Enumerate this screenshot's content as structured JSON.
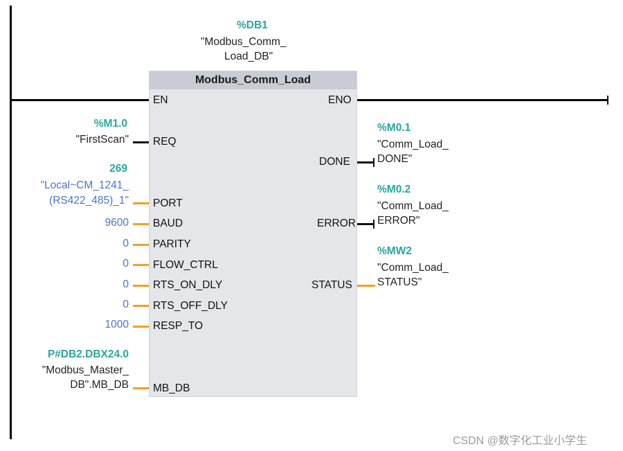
{
  "instance": {
    "address": "%DB1",
    "name_line1": "\"Modbus_Comm_",
    "name_line2": "Load_DB\""
  },
  "block": {
    "title": "Modbus_Comm_Load"
  },
  "inputs": [
    {
      "pin": "EN"
    },
    {
      "pin": "REQ",
      "address": "%M1.0",
      "symbol": "\"FirstScan\""
    },
    {
      "pin": "PORT",
      "value": "269",
      "symbol_line1": "\"Local~CM_1241_",
      "symbol_line2": "(RS422_485)_1\""
    },
    {
      "pin": "BAUD",
      "value": "9600"
    },
    {
      "pin": "PARITY",
      "value": "0"
    },
    {
      "pin": "FLOW_CTRL",
      "value": "0"
    },
    {
      "pin": "RTS_ON_DLY",
      "value": "0"
    },
    {
      "pin": "RTS_OFF_DLY",
      "value": "0"
    },
    {
      "pin": "RESP_TO",
      "value": "1000"
    },
    {
      "pin": "MB_DB",
      "address": "P#DB2.DBX24.0",
      "symbol_line1": "\"Modbus_Master_",
      "symbol_line2": "DB\".MB_DB"
    }
  ],
  "outputs": [
    {
      "pin": "ENO"
    },
    {
      "pin": "DONE",
      "address": "%M0.1",
      "symbol_line1": "\"Comm_Load_",
      "symbol_line2": "DONE\""
    },
    {
      "pin": "ERROR",
      "address": "%M0.2",
      "symbol_line1": "\"Comm_Load_",
      "symbol_line2": "ERROR\""
    },
    {
      "pin": "STATUS",
      "address": "%MW2",
      "symbol_line1": "\"Comm_Load_",
      "symbol_line2": "STATUS\""
    }
  ],
  "watermark": "CSDN @数字化工业小学生",
  "colors": {
    "address": "#2aa6a0",
    "constant": "#4a74c9",
    "wire_word": "#f2a01e",
    "wire_bool": "#111111",
    "block_fill": "#e4e6ea",
    "block_header": "#c9ccd4"
  }
}
